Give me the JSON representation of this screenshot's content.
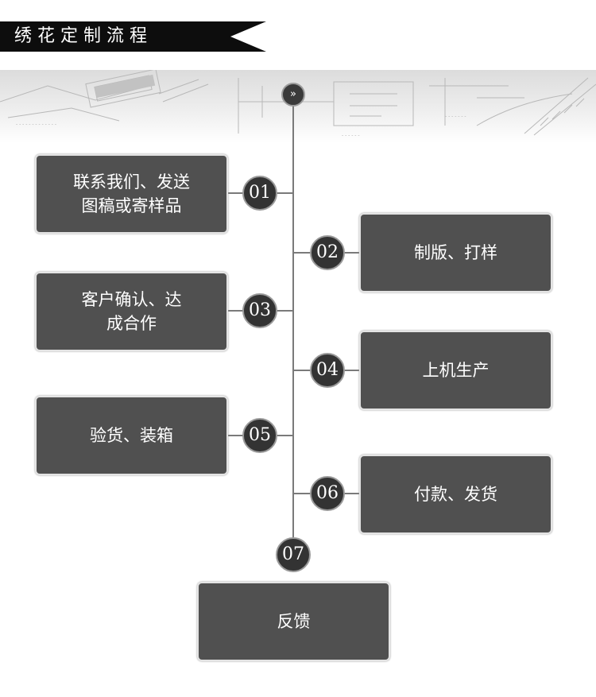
{
  "header": {
    "title": "绣花定制流程"
  },
  "steps": [
    {
      "num": "01",
      "lines": [
        "联系我们、发送",
        "图稿或寄样品"
      ]
    },
    {
      "num": "02",
      "lines": [
        "制版、打样"
      ]
    },
    {
      "num": "03",
      "lines": [
        "客户确认、达",
        "成合作"
      ]
    },
    {
      "num": "04",
      "lines": [
        "上机生产"
      ]
    },
    {
      "num": "05",
      "lines": [
        "验货、装箱"
      ]
    },
    {
      "num": "06",
      "lines": [
        "付款、发货"
      ]
    },
    {
      "num": "07",
      "lines": [
        "反馈"
      ]
    }
  ],
  "icons": {
    "top_node": "chevron-double-down-icon",
    "title_arrow": "arrow-notch-icon"
  },
  "colors": {
    "title_bar": "#0d0d0d",
    "box": "#505050",
    "node": "#333333",
    "line": "#7a7a7a"
  }
}
